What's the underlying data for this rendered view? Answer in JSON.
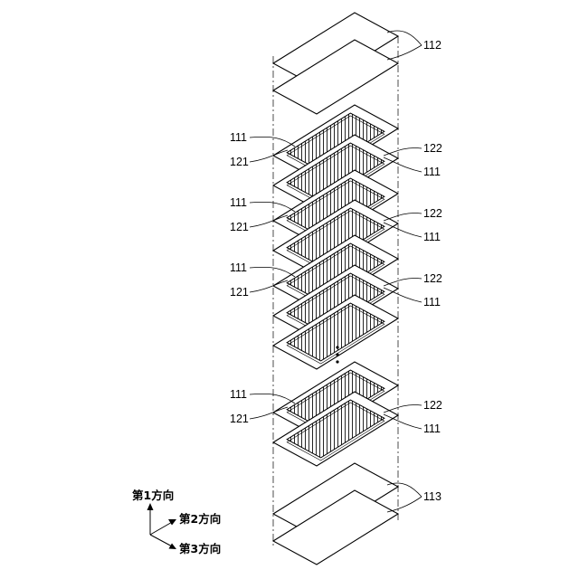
{
  "labels": {
    "top_cover": "112",
    "bottom_cover": "113",
    "stack_1": {
      "upper_left": "111",
      "lower_left": "121",
      "upper_right": "122",
      "lower_right": "111"
    },
    "stack_2": {
      "upper_left": "111",
      "lower_left": "121",
      "upper_right": "122",
      "lower_right": "111"
    },
    "stack_3": {
      "upper_left": "111",
      "lower_left": "121",
      "upper_right": "122",
      "lower_right": "111"
    },
    "stack_4": {
      "upper_left": "111",
      "lower_left": "121",
      "upper_right": "122",
      "lower_right": "111"
    }
  },
  "axes": {
    "first": "第1方向",
    "second": "第2方向",
    "third": "第3方向"
  },
  "ellipsis_dots": 3,
  "colors": {
    "line": "#000000",
    "background": "#ffffff"
  }
}
